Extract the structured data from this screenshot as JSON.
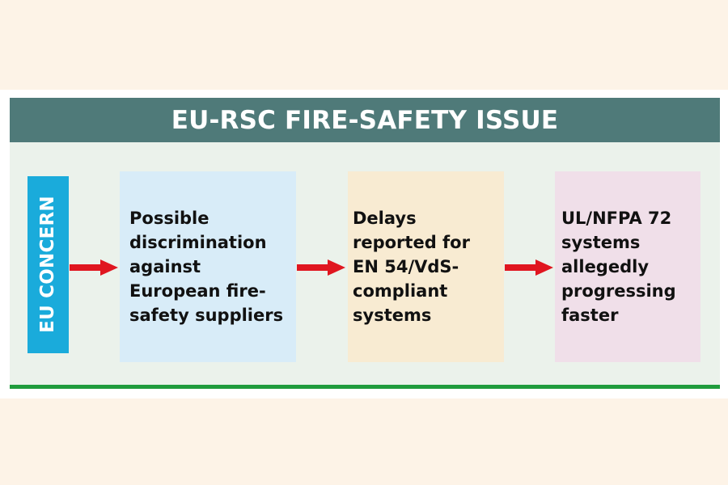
{
  "title": "EU-RSC FIRE-SAFETY ISSUE",
  "concern_label": "EU CONCERN",
  "boxes": [
    "Possible discrimination against European fire-safety suppliers",
    "Delays reported for EN 54/VdS-compliant systems",
    "UL/NFPA 72 systems allegedly progressing faster"
  ],
  "colors": {
    "banner": "#4f7a79",
    "concern": "#1aabdb",
    "arrow": "#e0161f",
    "rule": "#1f9c3c",
    "box_blue": "#d8ecf8",
    "box_tan": "#f8ebd2",
    "box_pink": "#f0dfe9"
  }
}
